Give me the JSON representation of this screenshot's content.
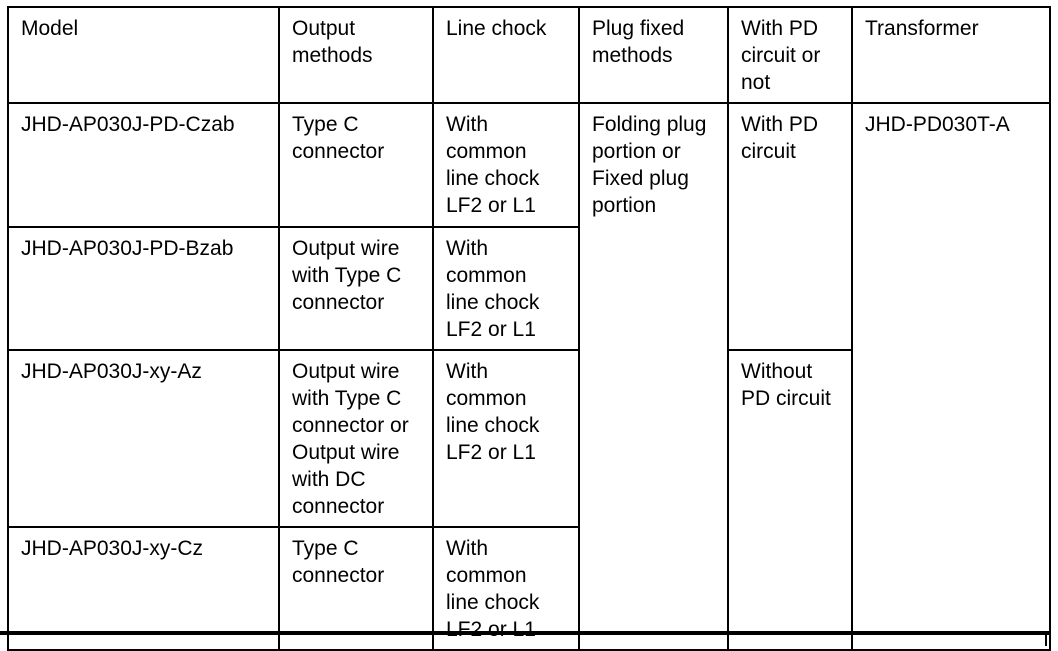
{
  "style": {
    "background": "#ffffff",
    "border_color": "#000000",
    "text_color": "#000000"
  },
  "table": {
    "headers": [
      "Model",
      "Output\nmethods",
      "Line chock",
      "Plug fixed\nmethods",
      "With PD\ncircuit or\nnot",
      "Transformer"
    ],
    "rows": [
      {
        "model": "JHD-AP030J-PD-Czab",
        "output": "Type C\nconnector",
        "chock": "With\ncommon\nline chock\nLF2 or L1"
      },
      {
        "model": "JHD-AP030J-PD-Bzab",
        "output": "Output wire\nwith Type C\nconnector",
        "chock": "With\ncommon\nline chock\nLF2 or L1"
      },
      {
        "model": "JHD-AP030J-xy-Az",
        "output": "Output wire\nwith Type C\nconnector or\nOutput wire\nwith DC\nconnector",
        "chock": "With\ncommon\nline chock\nLF2 or L1"
      },
      {
        "model": "JHD-AP030J-xy-Cz",
        "output": "Type C\nconnector",
        "chock": "With\ncommon\nline chock\nLF2 or L1"
      }
    ],
    "merged": {
      "plug_fixed": "Folding plug\nportion or\nFixed plug\nportion",
      "with_pd": "With PD\ncircuit",
      "without_pd": "Without\nPD circuit",
      "transformer": "JHD-PD030T-A"
    }
  }
}
